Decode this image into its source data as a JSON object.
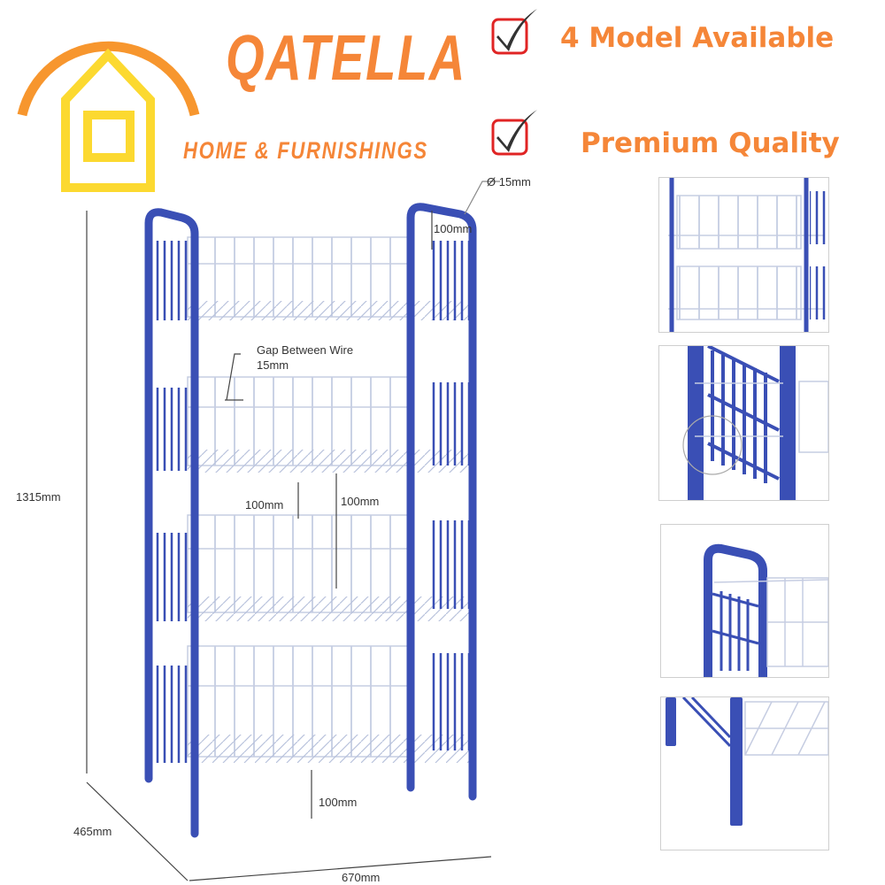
{
  "brand": {
    "name": "QATELLA",
    "tagline": "HOME & FURNISHINGS",
    "colors": {
      "orange": "#f58638",
      "arc": "#f7962e",
      "house": "#fcd930"
    }
  },
  "features": [
    {
      "icon": "checkbox-checked-icon",
      "label": "4 Model Available"
    },
    {
      "icon": "checkbox-checked-icon",
      "label": "Premium Quality"
    }
  ],
  "product": {
    "description": "4-tier wire basket rack with blue steel frame",
    "frame_color": "#3a4fb5",
    "wire_color": "#e8ecf5",
    "tiers": 4
  },
  "dimensions": {
    "tube_diameter": "Ø 15mm",
    "handle_height": "100mm",
    "wire_gap_title": "Gap Between Wire",
    "wire_gap_value": "15mm",
    "tier_gap_left": "100mm",
    "tier_gap_right": "100mm",
    "overall_height": "1315mm",
    "leg_clearance": "100mm",
    "depth": "465mm",
    "width": "670mm"
  },
  "detail_panels": [
    {
      "name": "basket-tiers-closeup"
    },
    {
      "name": "side-hook-joint-closeup"
    },
    {
      "name": "top-handle-closeup"
    },
    {
      "name": "leg-base-closeup"
    }
  ]
}
